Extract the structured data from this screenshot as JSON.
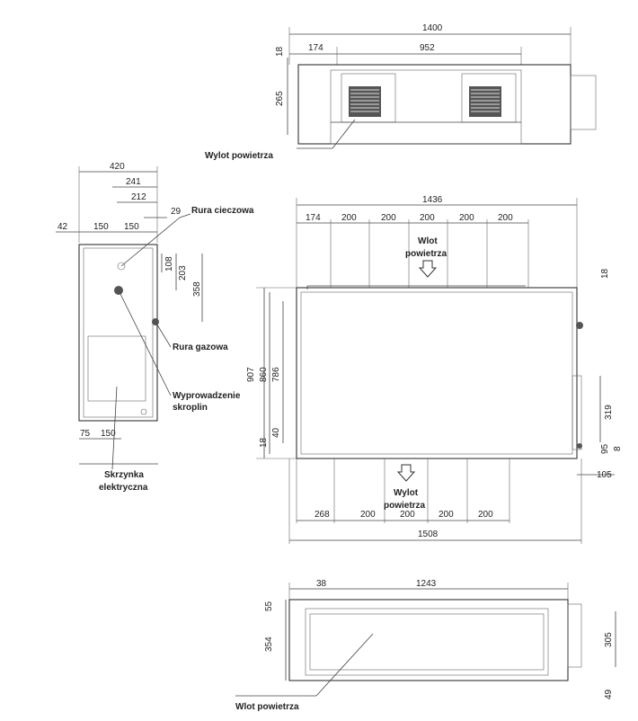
{
  "labels": {
    "wylot_top": "Wylot powietrza",
    "rura_cieczowa": "Rura cieczowa",
    "rura_gazowa": "Rura gazowa",
    "wyprowadzenie_1": "Wyprowadzenie",
    "wyprowadzenie_2": "skroplin",
    "skrzynka_1": "Skrzynka",
    "skrzynka_2": "elektryczna",
    "wlot_1": "Wlot",
    "wlot_2": "powietrza",
    "wylot_mid_1": "Wylot",
    "wylot_mid_2": "powietrza",
    "wlot_bottom": "Wlot powietrza"
  },
  "dimensions": {
    "top": {
      "width": "1400",
      "left": "174",
      "span": "952",
      "h_top": "18",
      "h_body": "265"
    },
    "side": {
      "width": "420",
      "w241": "241",
      "w212": "212",
      "w29": "29",
      "w42": "42",
      "w150a": "150",
      "w150b": "150",
      "v108": "108",
      "v203": "203",
      "v358": "358",
      "b75": "75",
      "b150": "150"
    },
    "plan": {
      "width": "1436",
      "left": "174",
      "segs": [
        "200",
        "200",
        "200",
        "200",
        "200"
      ],
      "v907": "907",
      "v860": "860",
      "v786": "786",
      "v40": "40",
      "v18": "18",
      "r18": "18",
      "r319": "319",
      "r95": "95",
      "r8": "8",
      "r105": "105",
      "b268": "268",
      "bsegs": [
        "200",
        "200",
        "200",
        "200"
      ],
      "b1508": "1508"
    },
    "bottom": {
      "left": "38",
      "span": "1243",
      "v55": "55",
      "v354": "354",
      "v305": "305",
      "v49": "49"
    }
  }
}
